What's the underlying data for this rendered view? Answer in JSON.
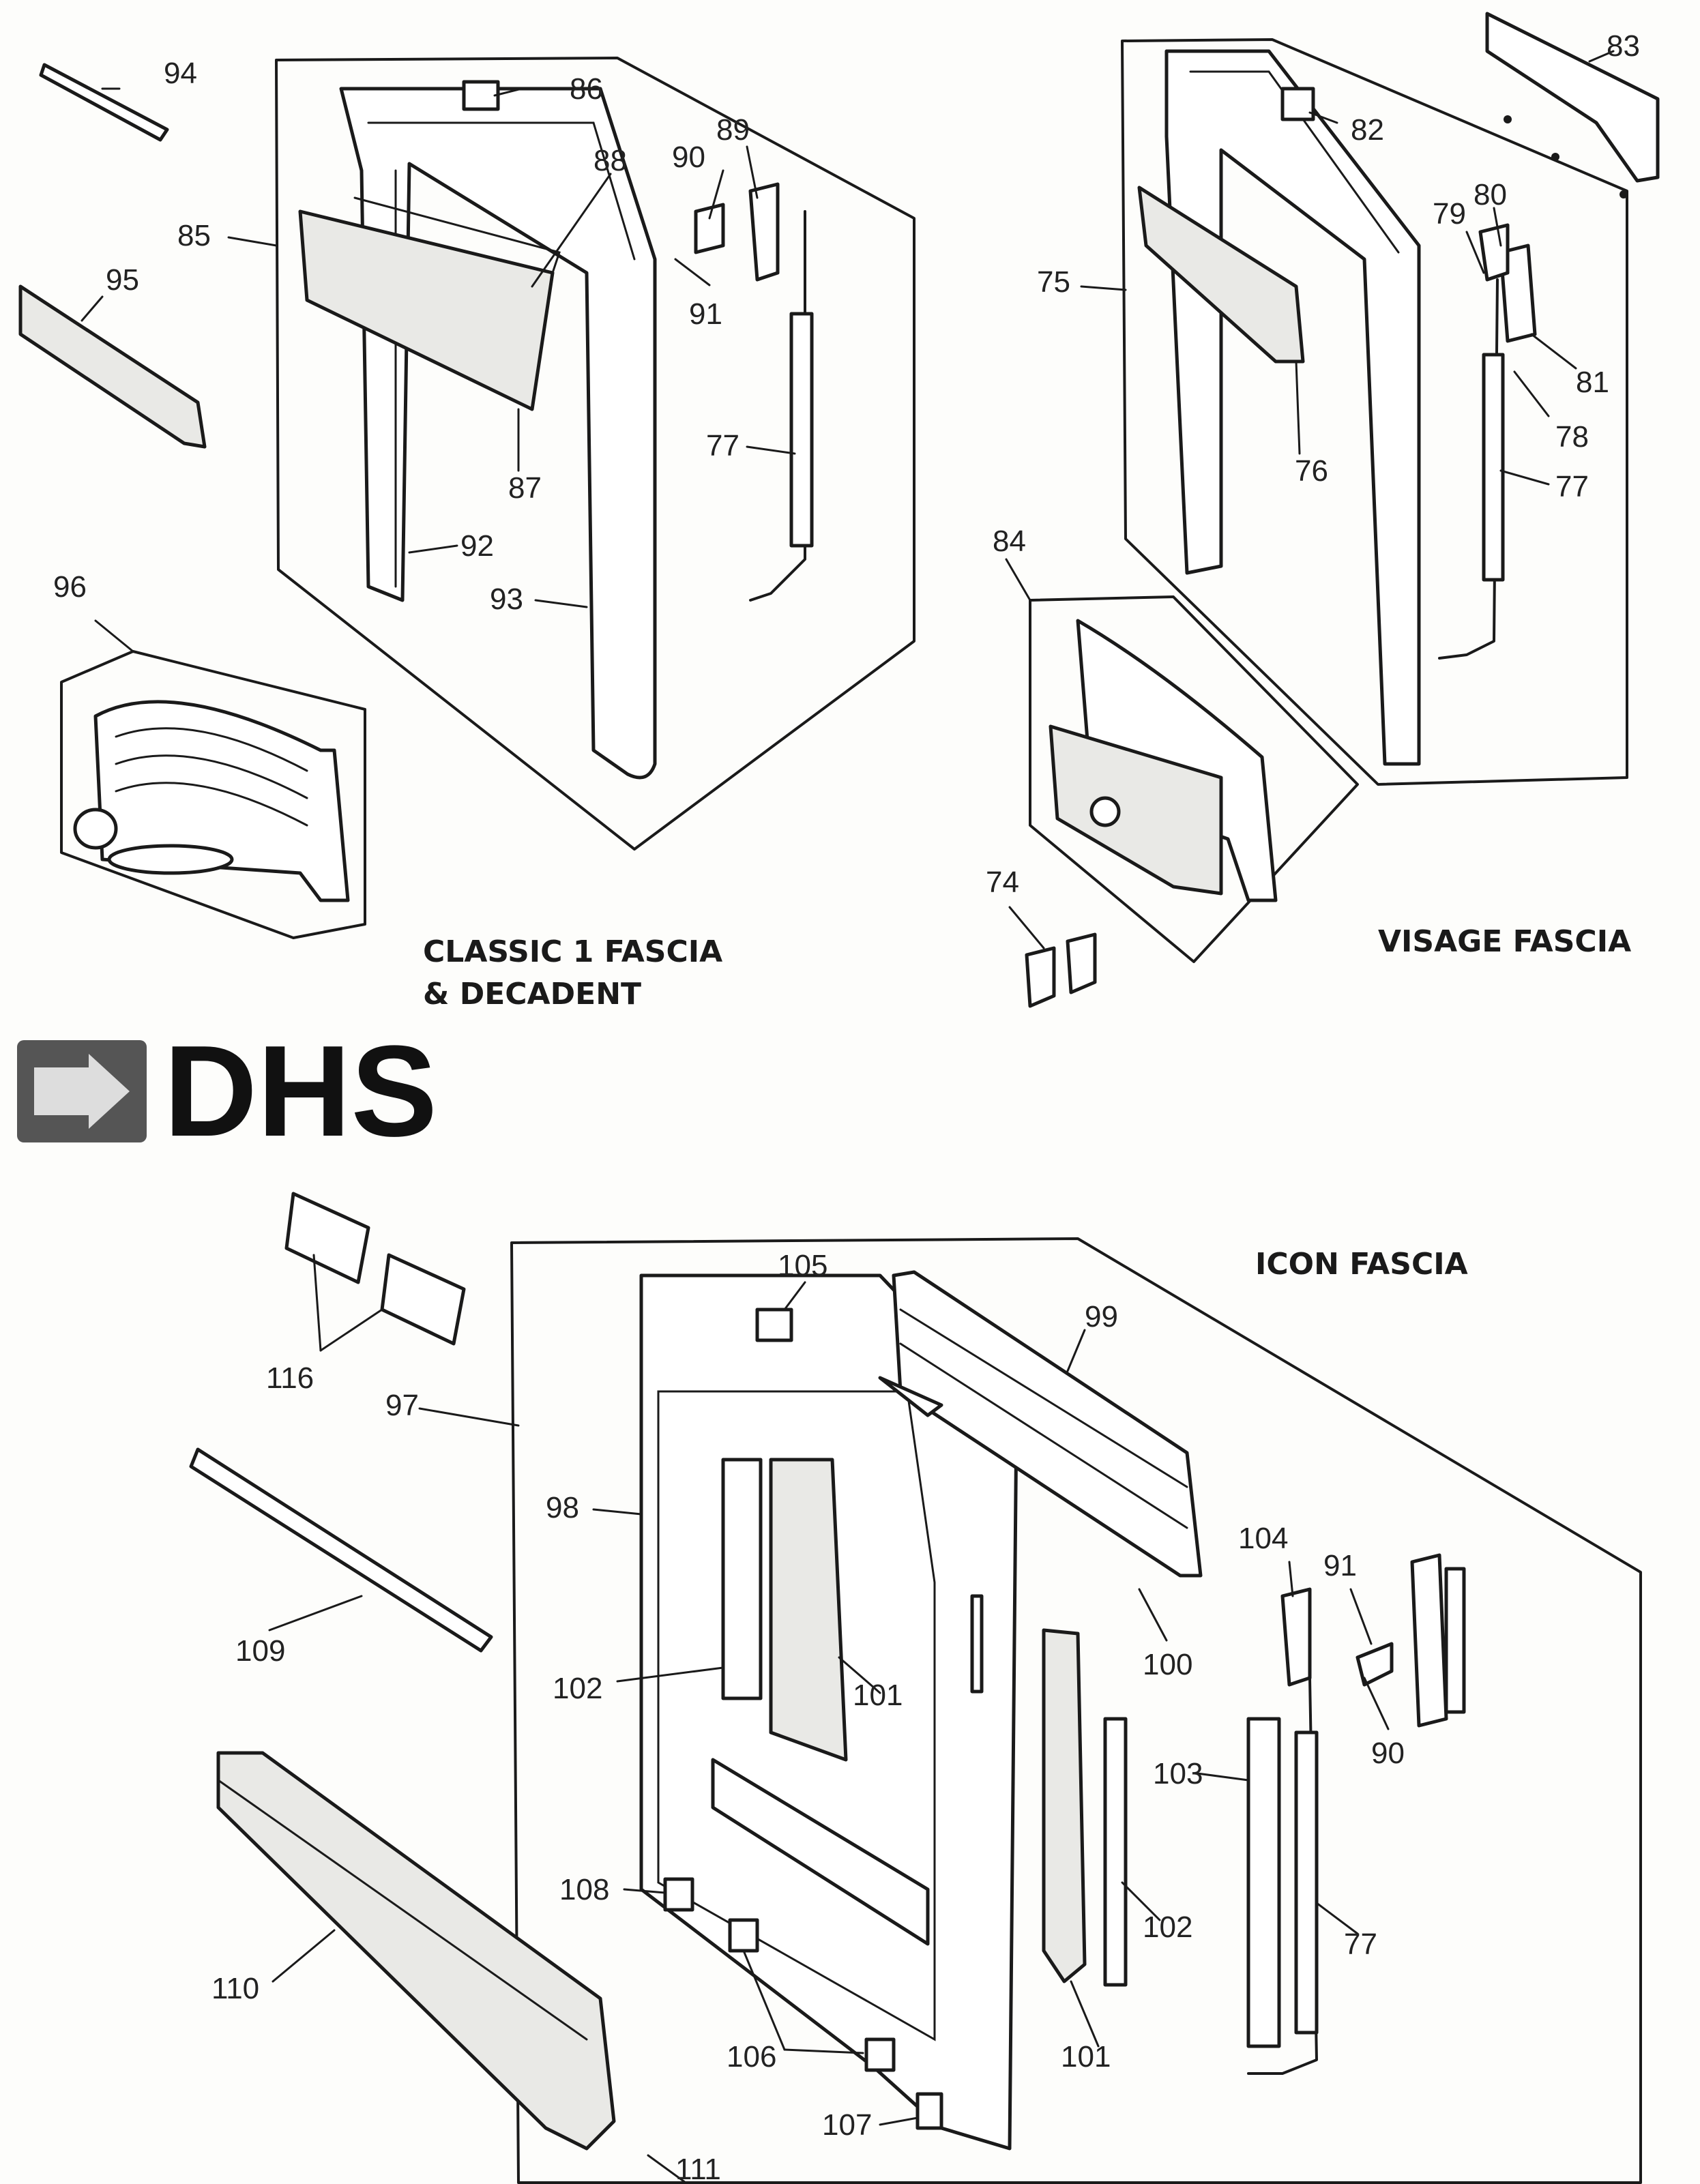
{
  "sections": {
    "classic_title_line1": "CLASSIC 1 FASCIA",
    "classic_title_line2": "& DECADENT",
    "visage_title": "VISAGE FASCIA",
    "icon_title": "ICON FASCIA"
  },
  "logo": {
    "text": "DHS"
  },
  "part_numbers": {
    "p74": "74",
    "p75": "75",
    "p76": "76",
    "p77a": "77",
    "p77b": "77",
    "p77c": "77",
    "p78": "78",
    "p79": "79",
    "p80": "80",
    "p81": "81",
    "p82": "82",
    "p83": "83",
    "p84": "84",
    "p85": "85",
    "p86": "86",
    "p87": "87",
    "p88": "88",
    "p89": "89",
    "p90a": "90",
    "p90b": "90",
    "p91a": "91",
    "p91b": "91",
    "p92": "92",
    "p93": "93",
    "p94": "94",
    "p95": "95",
    "p96": "96",
    "p97": "97",
    "p98": "98",
    "p99": "99",
    "p100": "100",
    "p101a": "101",
    "p101b": "101",
    "p102a": "102",
    "p102b": "102",
    "p103": "103",
    "p104": "104",
    "p105": "105",
    "p106": "106",
    "p107": "107",
    "p108": "108",
    "p109": "109",
    "p110": "110",
    "p111": "111",
    "p116": "116"
  },
  "colors": {
    "ink": "#1a1a1a",
    "paper": "#fdfdfb",
    "logo_grey": "#555555"
  }
}
